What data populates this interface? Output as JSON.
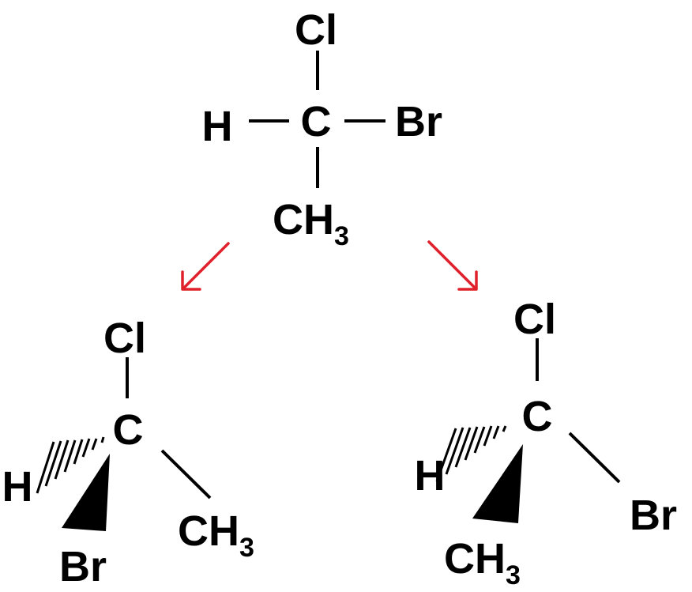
{
  "top_molecule": {
    "center": "C",
    "up": "Cl",
    "left": "H",
    "right": "Br",
    "down": {
      "base": "CH",
      "sub": "3"
    }
  },
  "left_molecule": {
    "center": "C",
    "up": "Cl",
    "hashed_wedge": "H",
    "solid_wedge": "Br",
    "plain": {
      "base": "CH",
      "sub": "3"
    }
  },
  "right_molecule": {
    "center": "C",
    "up": "Cl",
    "hashed_wedge": "H",
    "solid_wedge": {
      "base": "CH",
      "sub": "3"
    },
    "plain": "Br"
  },
  "colors": {
    "bonds": "#000000",
    "arrows": "#e0202a"
  }
}
